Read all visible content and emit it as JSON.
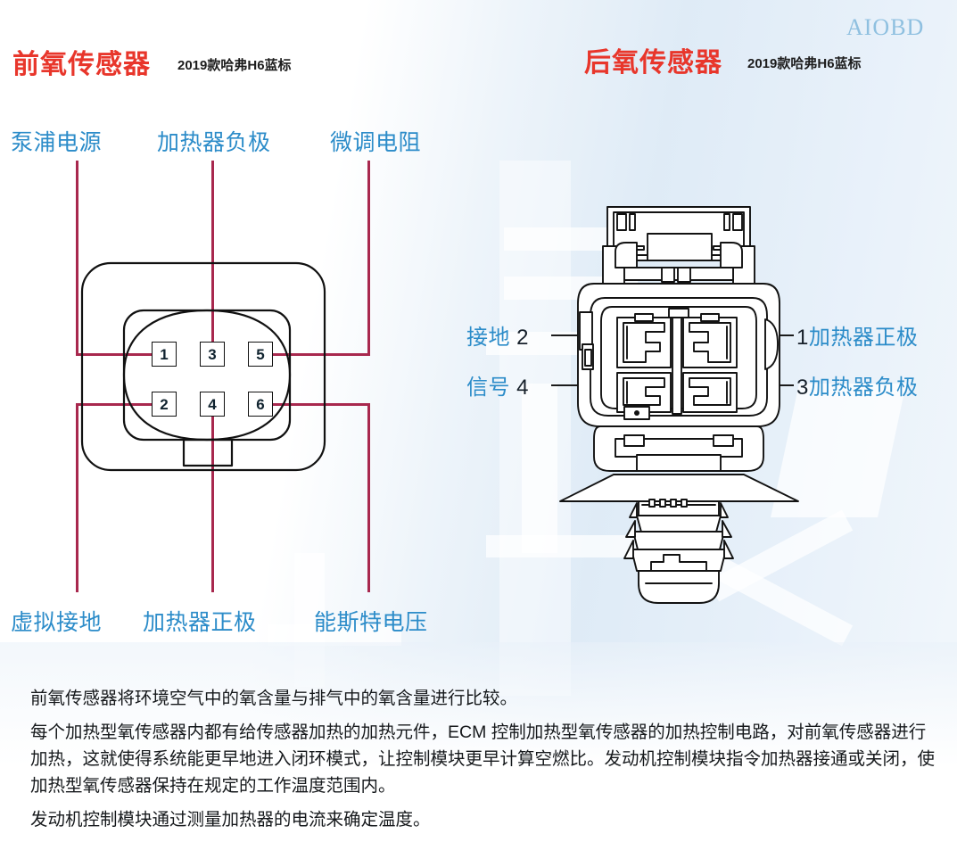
{
  "watermark": "AIOBD",
  "front_sensor": {
    "title": "前氧传感器",
    "subtitle": "2019款哈弗H6蓝标",
    "labels_top": [
      {
        "text": "泵浦电源",
        "pin": "1"
      },
      {
        "text": "加热器负极",
        "pin": "3"
      },
      {
        "text": "微调电阻",
        "pin": "5"
      }
    ],
    "labels_bottom": [
      {
        "text": "虚拟接地",
        "pin": "2"
      },
      {
        "text": "加热器正极",
        "pin": "4"
      },
      {
        "text": "能斯特电压",
        "pin": "6"
      }
    ],
    "pins": [
      "1",
      "3",
      "5",
      "2",
      "4",
      "6"
    ]
  },
  "rear_sensor": {
    "title": "后氧传感器",
    "subtitle": "2019款哈弗H6蓝标",
    "labels_left": [
      {
        "text": "接地",
        "pin": "2"
      },
      {
        "text": "信号",
        "pin": "4"
      }
    ],
    "labels_right": [
      {
        "pin": "1",
        "text": "加热器正极"
      },
      {
        "pin": "3",
        "text": "加热器负极"
      }
    ]
  },
  "body": {
    "paragraphs": [
      "前氧传感器将环境空气中的氧含量与排气中的氧含量进行比较。",
      "每个加热型氧传感器内都有给传感器加热的加热元件，ECM 控制加热型氧传感器的加热控制电路，对前氧传感器进行加热，这就使得系统能更早地进入闭环模式，让控制模块更早计算空燃比。发动机控制模块指令加热器接通或关闭，使加热型氧传感器保持在规定的工作温度范围内。",
      "发动机控制模块通过测量加热器的电流来确定温度。"
    ]
  },
  "colors": {
    "title_red": "#E8362B",
    "label_blue": "#2C8CC9",
    "leader_red": "#A8284E",
    "watermark_blue": "#8FC0E0",
    "outline_black": "#111111"
  }
}
